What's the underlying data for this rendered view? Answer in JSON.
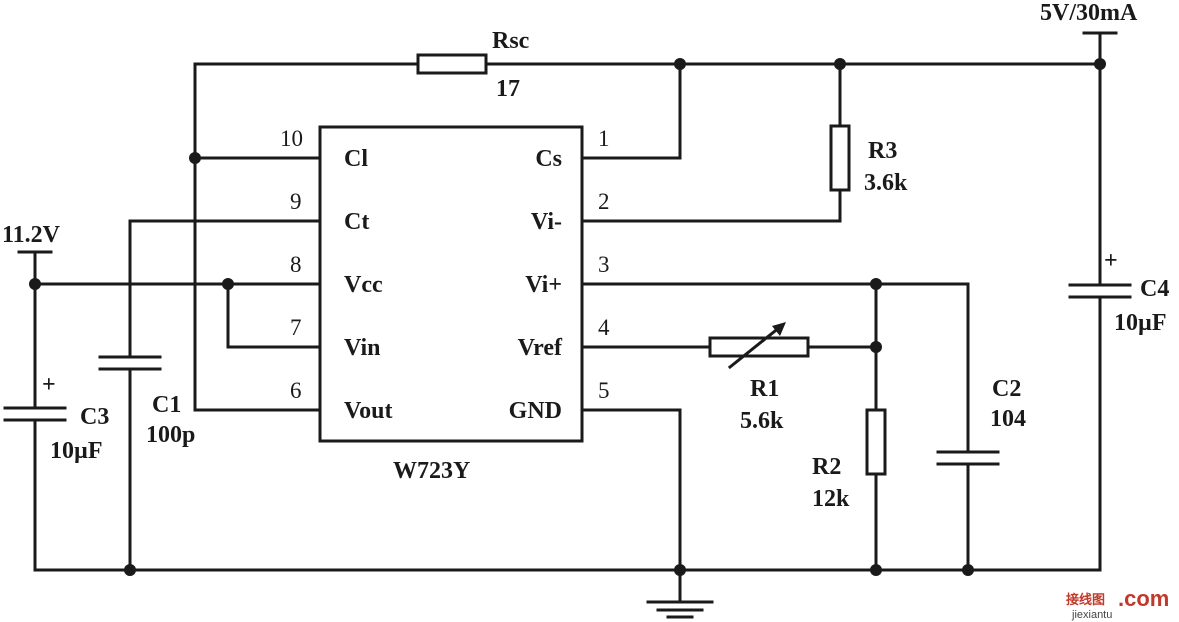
{
  "ic": {
    "name": "W723Y",
    "pins": [
      {
        "num": "10",
        "name": "Cl"
      },
      {
        "num": "9",
        "name": "Ct"
      },
      {
        "num": "8",
        "name": "Vcc"
      },
      {
        "num": "7",
        "name": "Vin"
      },
      {
        "num": "6",
        "name": "Vout"
      },
      {
        "num": "1",
        "name": "Cs"
      },
      {
        "num": "2",
        "name": "Vi-"
      },
      {
        "num": "3",
        "name": "Vi+"
      },
      {
        "num": "4",
        "name": "Vref"
      },
      {
        "num": "5",
        "name": "GND"
      }
    ]
  },
  "components": {
    "rsc": {
      "name": "Rsc",
      "value": "17"
    },
    "r3": {
      "name": "R3",
      "value": "3.6k"
    },
    "r1": {
      "name": "R1",
      "value": "5.6k"
    },
    "r2": {
      "name": "R2",
      "value": "12k"
    },
    "c1": {
      "name": "C1",
      "value": "100p"
    },
    "c2": {
      "name": "C2",
      "value": "104"
    },
    "c3": {
      "name": "C3",
      "value": "10µF",
      "polarity": "+"
    },
    "c4": {
      "name": "C4",
      "value": "10µF",
      "polarity": "+"
    }
  },
  "supply": {
    "input": "11.2V",
    "output": "5V/30mA"
  },
  "watermark": {
    "cn": "接线图",
    "dot_com": ".com",
    "site": "jiexiantu"
  }
}
